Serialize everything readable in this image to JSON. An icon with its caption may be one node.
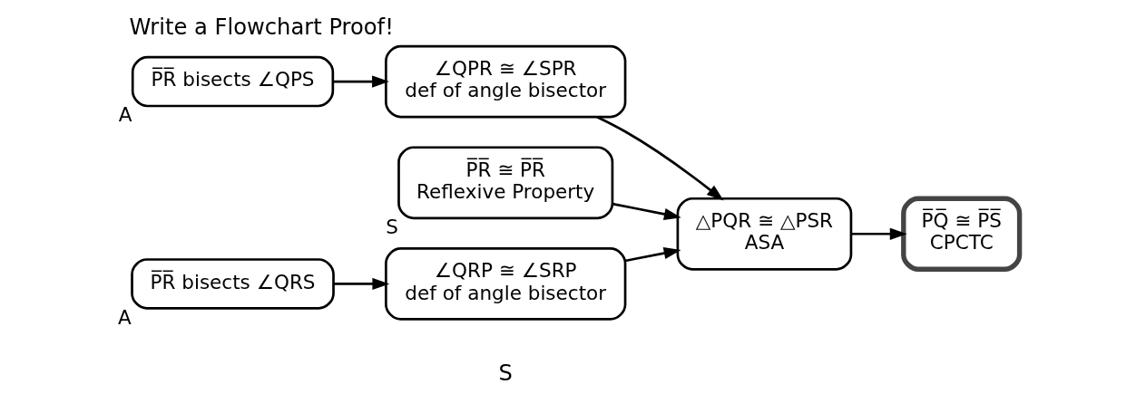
{
  "diagram": {
    "title": "Write a Flowchart Proof!",
    "nodes": [
      {
        "text": [
          "P̅R̅ bisects ∠QPS"
        ],
        "beside": [
          "A"
        ]
      },
      {
        "text": [
          "∠QPR ≅ ∠SPR",
          "def of angle bisector"
        ]
      },
      {
        "text": [
          "P̅R̅ ≅ P̅R̅",
          "Reflexive Property"
        ],
        "beside": [
          "S"
        ]
      },
      {
        "text": [
          "P̅R̅ bisects ∠QRS"
        ],
        "beside": [
          "A"
        ]
      },
      {
        "text": [
          "∠QRP ≅ ∠SRP",
          "def of angle bisector"
        ]
      },
      {
        "text": [
          "△PQR ≅ △PSR",
          "ASA"
        ]
      },
      {
        "text": [
          "P̅Q̅ ≅ P̅S̅",
          "CPCTC"
        ]
      }
    ],
    "edges": [
      {
        "from": 0,
        "to": 1,
        "arrow": "to"
      },
      {
        "from": 1,
        "to": 5,
        "arrow": "to"
      },
      {
        "from": 2,
        "to": 5,
        "arrow": "to"
      },
      {
        "from": 3,
        "to": 4,
        "arrow": "to"
      },
      {
        "from": 4,
        "to": 5,
        "arrow": "to"
      },
      {
        "from": 5,
        "to": 6,
        "arrow": "to"
      }
    ],
    "labels": [
      "S"
    ]
  }
}
